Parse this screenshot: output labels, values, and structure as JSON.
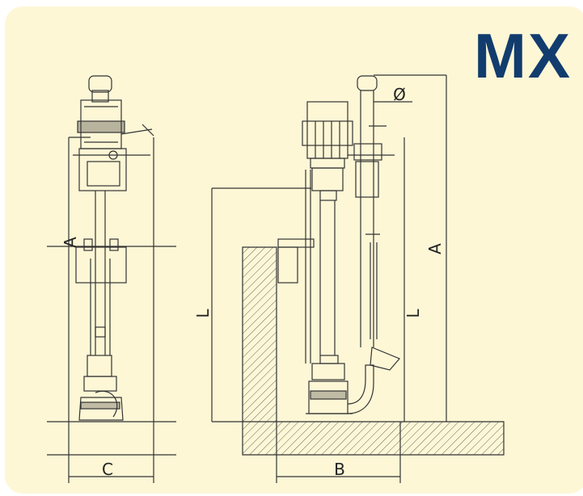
{
  "brand": {
    "title": "MX",
    "color": "#123c6e"
  },
  "colors": {
    "background": "#fdf7d6",
    "line": "#333333"
  },
  "side_view": {
    "dimension_height": "A",
    "dimension_width": "C"
  },
  "front_view": {
    "dimension_diameter": "Ø",
    "dimension_height": "A",
    "dimension_length_left": "L",
    "dimension_length_right": "L",
    "dimension_width": "B"
  }
}
